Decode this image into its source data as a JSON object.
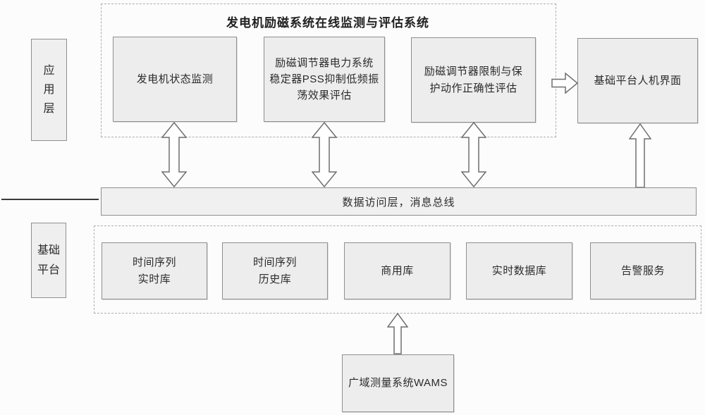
{
  "layers": {
    "application_label": "应\n用\n层",
    "platform_label": "基础\n平台"
  },
  "application_system": {
    "title": "发电机励磁系统在线监测与评估系统",
    "modules": [
      {
        "label": "发电机状态监测"
      },
      {
        "label": "励磁调节器电力系统\n稳定器PSS抑制低频振\n荡效果评估"
      },
      {
        "label": "励磁调节器限制与保\n护动作正确性评估"
      }
    ]
  },
  "hmi": {
    "label": "基础平台人机界面"
  },
  "bus": {
    "label": "数据访问层，消息总线"
  },
  "platform": {
    "services": [
      {
        "label": "时间序列\n实时库"
      },
      {
        "label": "时间序列\n历史库"
      },
      {
        "label": "商用库"
      },
      {
        "label": "实时数据库"
      },
      {
        "label": "告警服务"
      }
    ]
  },
  "wams": {
    "label": "广域测量系统WAMS"
  },
  "icons": {
    "double_arrow": "double-headed-vertical-arrow",
    "up_arrow": "up-arrow",
    "right_arrow": "right-arrow"
  },
  "colors": {
    "box_fill": "#ededed",
    "box_border": "#8f8f8f",
    "dashed_border": "#adadad",
    "text": "#2b2b2b"
  }
}
